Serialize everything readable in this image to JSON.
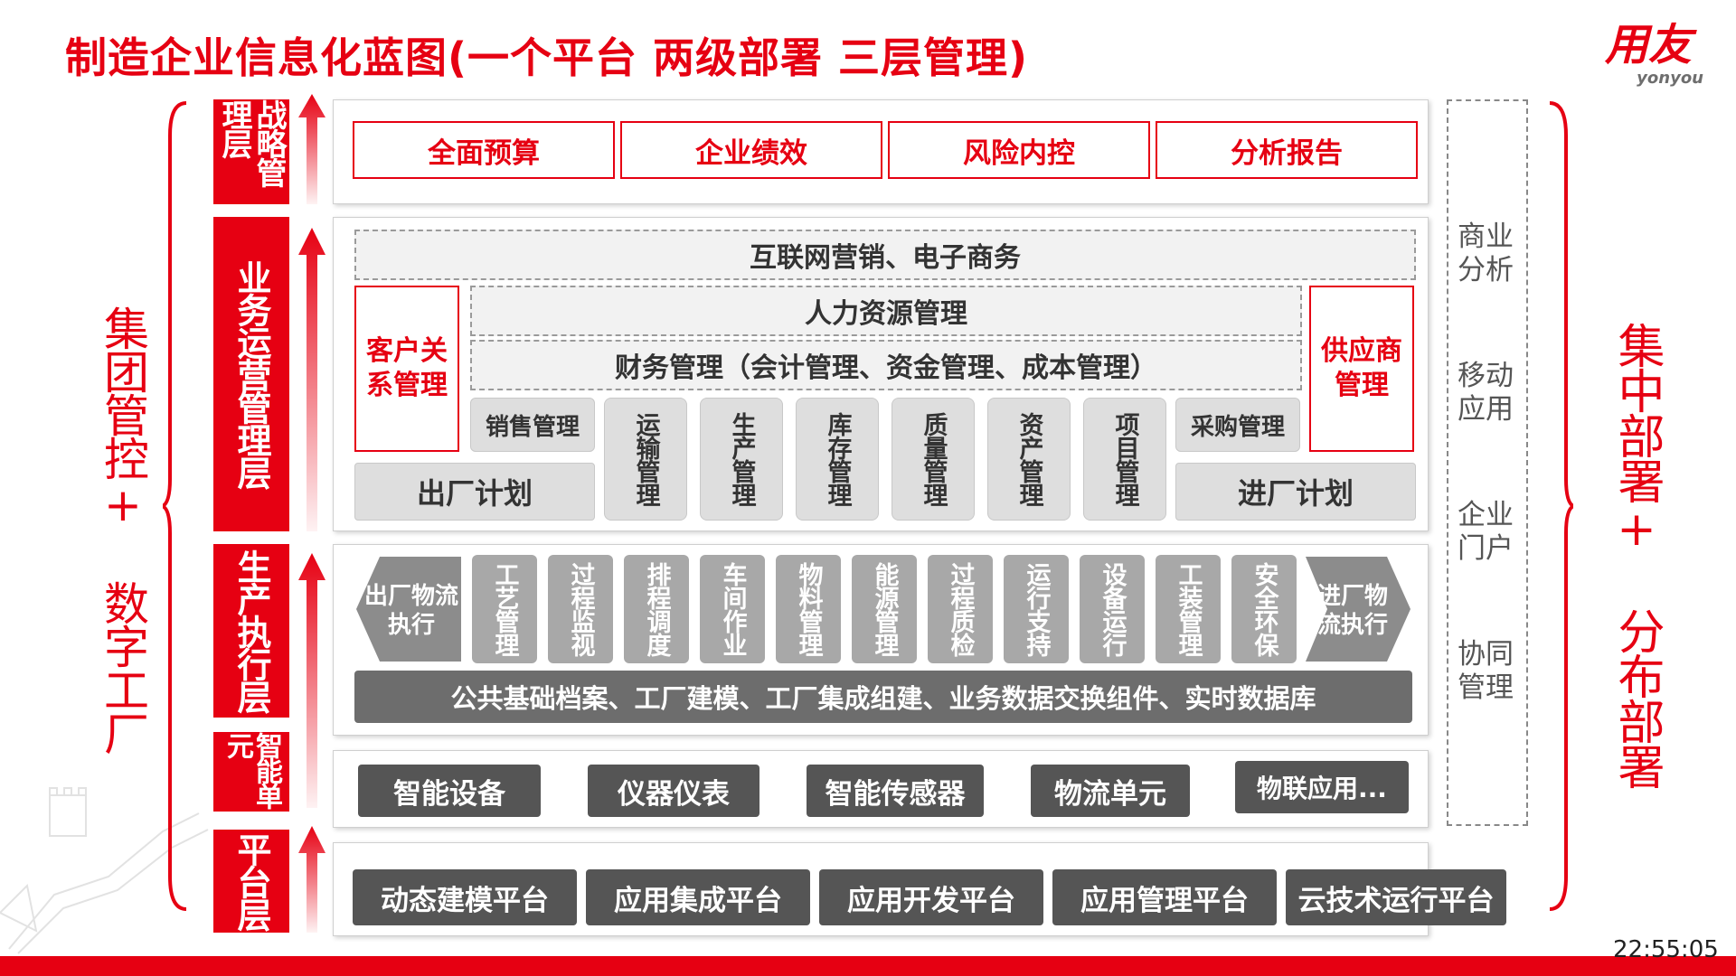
{
  "title": "制造企业信息化蓝图(一个平台 两级部署 三层管理)",
  "logo": {
    "cn": "用友",
    "en": "yonyou"
  },
  "left_label": "集团管控+ 数字工厂",
  "right_label": "集中部署+ 分布部署",
  "layers": {
    "strategy": "战略管理层",
    "business": "业务运营管理层",
    "production": "生产执行层",
    "smart": "智能单元",
    "platform": "平台层"
  },
  "strategy_boxes": [
    "全面预算",
    "企业绩效",
    "风险内控",
    "分析报告"
  ],
  "business": {
    "ecommerce": "互联网营销、电子商务",
    "hr": "人力资源管理",
    "finance": "财务管理（会计管理、资金管理、成本管理）",
    "crm": "客户关系管理",
    "srm": "供应商管理",
    "sales": "销售管理",
    "purchase": "采购管理",
    "outbound_plan": "出厂计划",
    "inbound_plan": "进厂计划",
    "modules": [
      "运输管理",
      "生产管理",
      "库存管理",
      "质量管理",
      "资产管理",
      "项目管理"
    ]
  },
  "production": {
    "outbound": "出厂物流执行",
    "inbound": "进厂物流执行",
    "modules": [
      "工艺管理",
      "过程监视",
      "排程调度",
      "车间作业",
      "物料管理",
      "能源管理",
      "过程质检",
      "运行支持",
      "设备运行",
      "工装管理",
      "安全环保"
    ],
    "base": "公共基础档案、工厂建模、工厂集成组建、业务数据交换组件、实时数据库"
  },
  "smart_units": [
    "智能设备",
    "仪器仪表",
    "智能传感器",
    "物流单元",
    "物联应用..."
  ],
  "platforms": [
    "动态建模平台",
    "应用集成平台",
    "应用开发平台",
    "应用管理平台",
    "云技术运行平台"
  ],
  "right_column": [
    "商业分析",
    "移动应用",
    "企业门户",
    "协同管理"
  ],
  "clock": "22:55:05",
  "colors": {
    "brand_red": "#e60012",
    "dark_gray": "#555555",
    "light_gray": "#dedede"
  }
}
